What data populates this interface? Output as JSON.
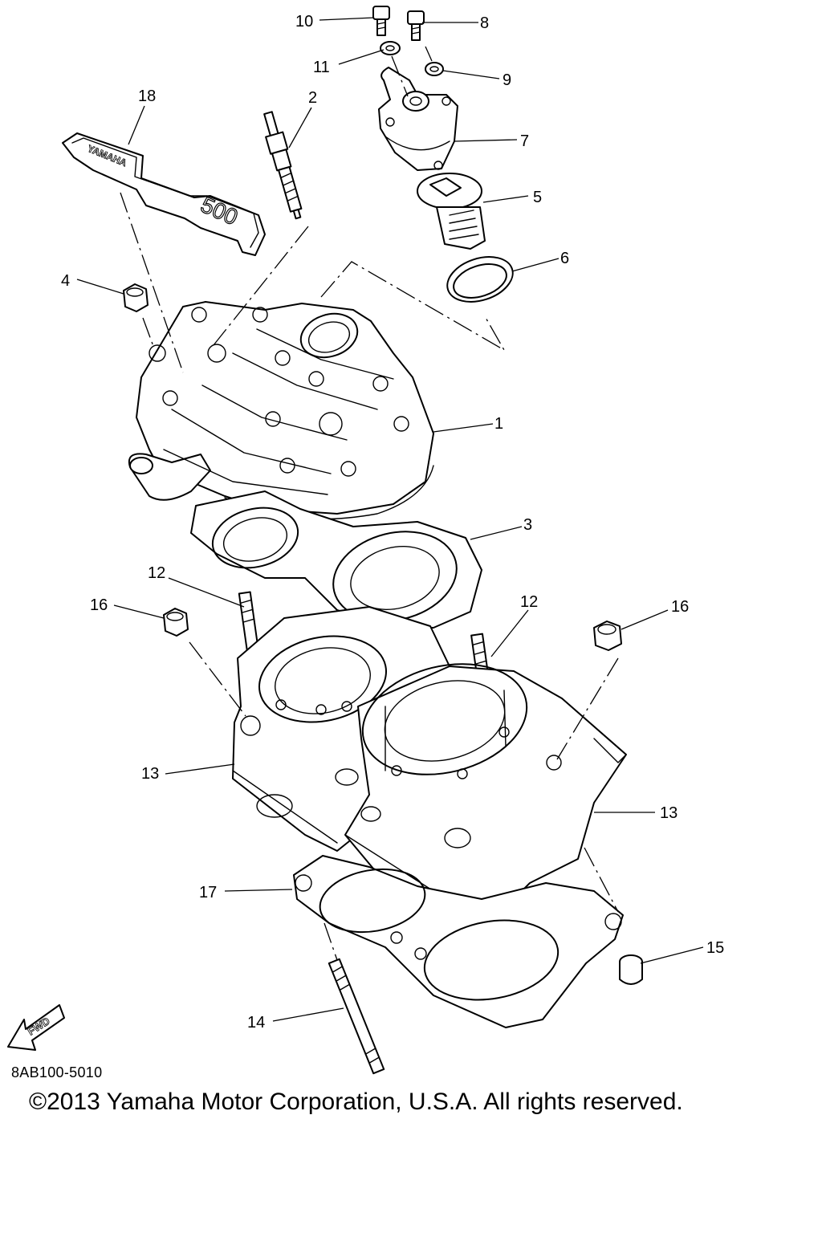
{
  "drawing_code": "8AB100-5010",
  "copyright": "©2013 Yamaha Motor Corporation, U.S.A. All rights reserved.",
  "fwd_mark": "FWD",
  "decal_brand": "YAMAHA",
  "decal_model": "500",
  "callouts": {
    "c1": "1",
    "c2": "2",
    "c3": "3",
    "c4": "4",
    "c5": "5",
    "c6": "6",
    "c7": "7",
    "c8": "8",
    "c9": "9",
    "c10": "10",
    "c11": "11",
    "c12a": "12",
    "c12b": "12",
    "c13a": "13",
    "c13b": "13",
    "c14": "14",
    "c15": "15",
    "c16a": "16",
    "c16b": "16",
    "c17": "17",
    "c18": "18"
  }
}
